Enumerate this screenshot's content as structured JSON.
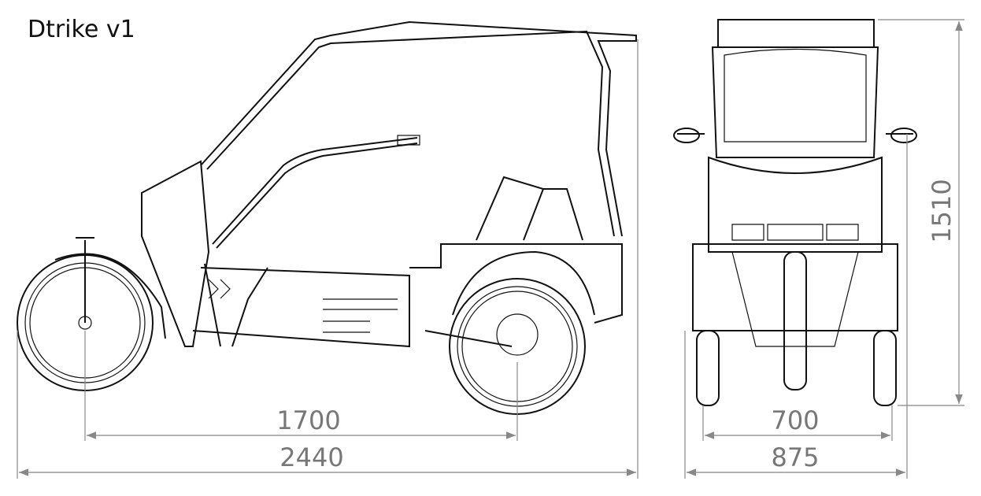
{
  "title": "Dtrike v1",
  "dimensions": {
    "wheelbase": "1700",
    "total_length": "2440",
    "track_width": "700",
    "total_width": "875",
    "total_height": "1510"
  },
  "colors": {
    "drawing": "#111111",
    "dimension": "#888888"
  }
}
